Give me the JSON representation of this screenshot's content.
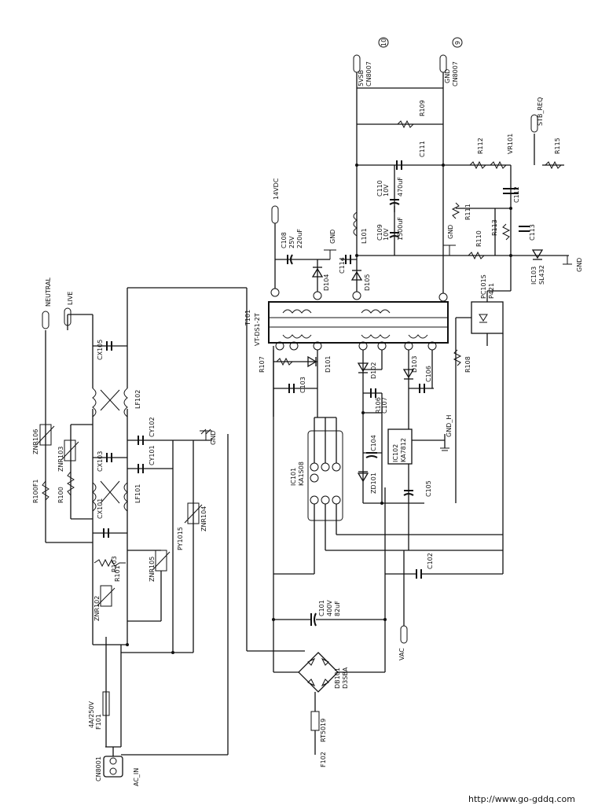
{
  "diagram": {
    "watermark": "http://www.go-gddq.com",
    "connectors": {
      "ac_in": "AC_IN",
      "cn8001": "CN8001",
      "neutral": "NEUTRAL",
      "live": "LIVE",
      "v_5vsb": "5VSB",
      "cn8007_a": "CN8007",
      "gnd_out": "GND",
      "cn8007_b": "CN8007",
      "stb_req": "STB_REQ",
      "v_14v": "14VDC",
      "vac": "VAC",
      "ten": "10",
      "nine": "9"
    },
    "components": {
      "f101": "F101",
      "f101_val": "4A/250V",
      "f102": "F102",
      "rt5019": "RT5019",
      "db101": "DB101",
      "db101_val": "D3SBA",
      "c101": "C101",
      "c101_v1": "400V",
      "c101_v2": "82uF",
      "znr102": "ZNR102",
      "znr103": "ZNR103",
      "znr105": "ZNR105",
      "znr106": "ZNR106",
      "znr104": "ZNR104",
      "py1015": "PY1015",
      "r101": "R101",
      "r100": "R100",
      "r100f": "R100F1",
      "cx101": "CX101",
      "cx103": "CX103",
      "cx105": "CX105",
      "lf101": "LF101",
      "lf102": "LF102",
      "cy101": "CY101",
      "cy102": "CY102",
      "ic101": "IC101",
      "ic101_val": "KA1S08",
      "ic102": "IC102",
      "ic102_val": "KA7812",
      "ic103": "IC103",
      "ic103_val": "SL432",
      "pc101": "PC101S",
      "pc101_val": "P421",
      "t101": "T101",
      "t101_val": "VT-DS1-2T",
      "c102": "C102",
      "c103": "C103",
      "c104": "C104",
      "c105": "C105",
      "c106": "C106",
      "c107": "C107",
      "c108": "C108",
      "c108_v1": "25V",
      "c108_v2": "220uF",
      "c109": "C109",
      "c109_v1": "10V",
      "c109_v2": "1500uF",
      "c110": "C110",
      "c110_v1": "10V",
      "c110_v2": "470uF",
      "c111": "C111",
      "c112": "C112",
      "c113": "C113",
      "c114": "C114",
      "d101": "D101",
      "d102": "D102",
      "d103": "D103",
      "d104": "D104",
      "d105": "D105",
      "zd101": "ZD101",
      "r103": "R103",
      "r106": "R106",
      "r107": "R107",
      "r108": "R108",
      "r109": "R109",
      "r110": "R110",
      "r111": "R111",
      "r112": "R112",
      "r113": "R113",
      "r115": "R115",
      "vr101": "VR101",
      "l101": "L101",
      "gnd": "GND",
      "gnd_h": "GND_H"
    }
  }
}
